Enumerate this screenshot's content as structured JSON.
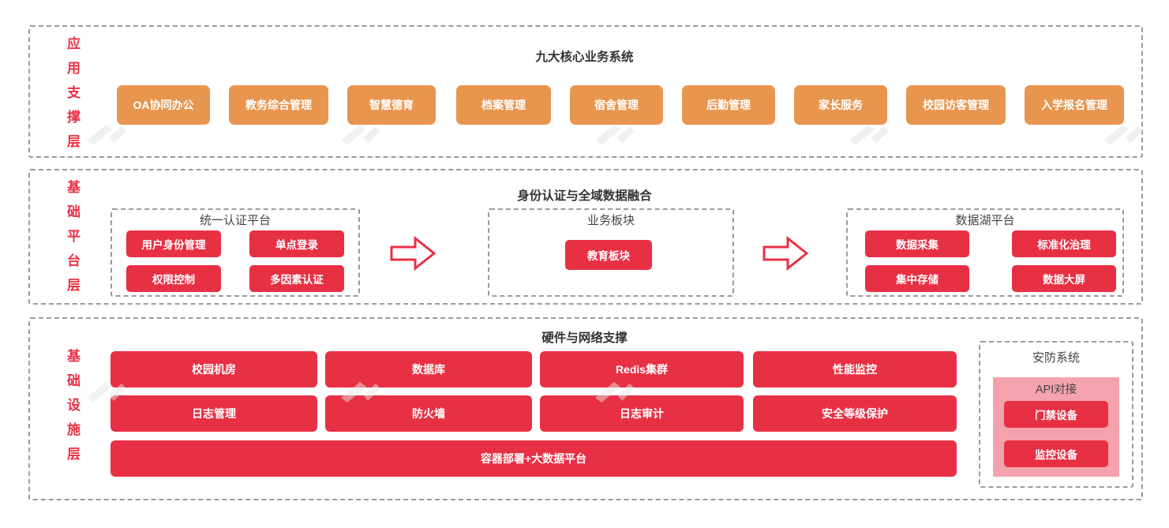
{
  "colors": {
    "orange": "#E8954F",
    "red": "#E83044",
    "pink": "#F4A3AE",
    "dash_border": "#9a9a9a",
    "title_text": "#333333",
    "group_text": "#444444",
    "background": "#FFFFFF"
  },
  "layers": [
    {
      "id": "application-support",
      "side_label": "应用支撑层",
      "title": "九大核心业务系统",
      "boxes": [
        "OA协同办公",
        "教务综合管理",
        "智慧德育",
        "档案管理",
        "宿舍管理",
        "后勤管理",
        "家长服务",
        "校园访客管理",
        "入学报名管理"
      ]
    },
    {
      "id": "base-platform",
      "side_label": "基础平台层",
      "title": "身份认证与全域数据融合",
      "groups": [
        {
          "id": "unified-auth-platform",
          "label": "统一认证平台",
          "boxes": [
            "用户身份管理",
            "单点登录",
            "权限控制",
            "多因素认证"
          ]
        },
        {
          "id": "business-segment",
          "label": "业务板块",
          "boxes": [
            "教育板块"
          ]
        },
        {
          "id": "data-lake-platform",
          "label": "数据湖平台",
          "boxes": [
            "数据采集",
            "标准化治理",
            "集中存储",
            "数据大屏"
          ]
        }
      ],
      "arrows": [
        "arrow-right-1",
        "arrow-right-2"
      ]
    },
    {
      "id": "infrastructure",
      "side_label": "基础设施层",
      "title": "硬件与网络支撑",
      "row1": [
        "校园机房",
        "数据库",
        "Redis集群",
        "性能监控"
      ],
      "row2": [
        "日志管理",
        "防火墙",
        "日志审计",
        "安全等级保护"
      ],
      "wide_bar": "容器部署+大数据平台",
      "security": {
        "id": "security-system",
        "label": "安防系统",
        "api_label": "API对接",
        "boxes": [
          "门禁设备",
          "监控设备"
        ]
      }
    }
  ]
}
